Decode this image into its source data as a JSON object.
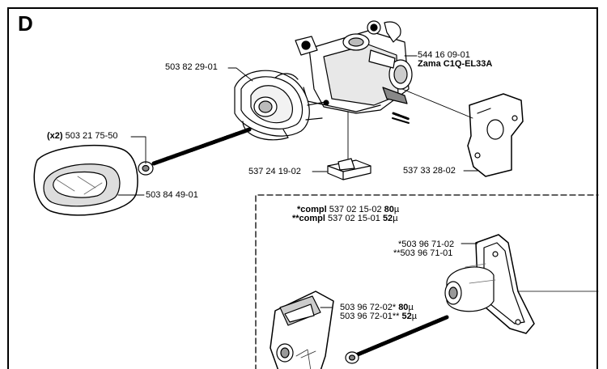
{
  "section": "D",
  "labels": {
    "carb_part": "544 16 09-01",
    "carb_model": "Zama C1Q-EL33A",
    "air_housing": "503 82 29-01",
    "bolt_qty": "(x2)",
    "bolt_part": "503 21 75-50",
    "air_filter": "503 84 49-01",
    "block": "537 24 19-02",
    "gasket": "537 33 28-02"
  },
  "detail": {
    "compl1_prefix": "*compl",
    "compl1_part": "537 02 15-02",
    "compl1_size": "80",
    "compl2_prefix": "**compl",
    "compl2_part": "537 02 15-01",
    "compl2_size": "52",
    "micro": "µ",
    "plate1": "*503 96 71-02",
    "plate2": "**503 96 71-01",
    "mount1_part": "503 96 72-02*",
    "mount1_size": "80",
    "mount2_part": "503 96 72-01**",
    "mount2_size": "52"
  }
}
